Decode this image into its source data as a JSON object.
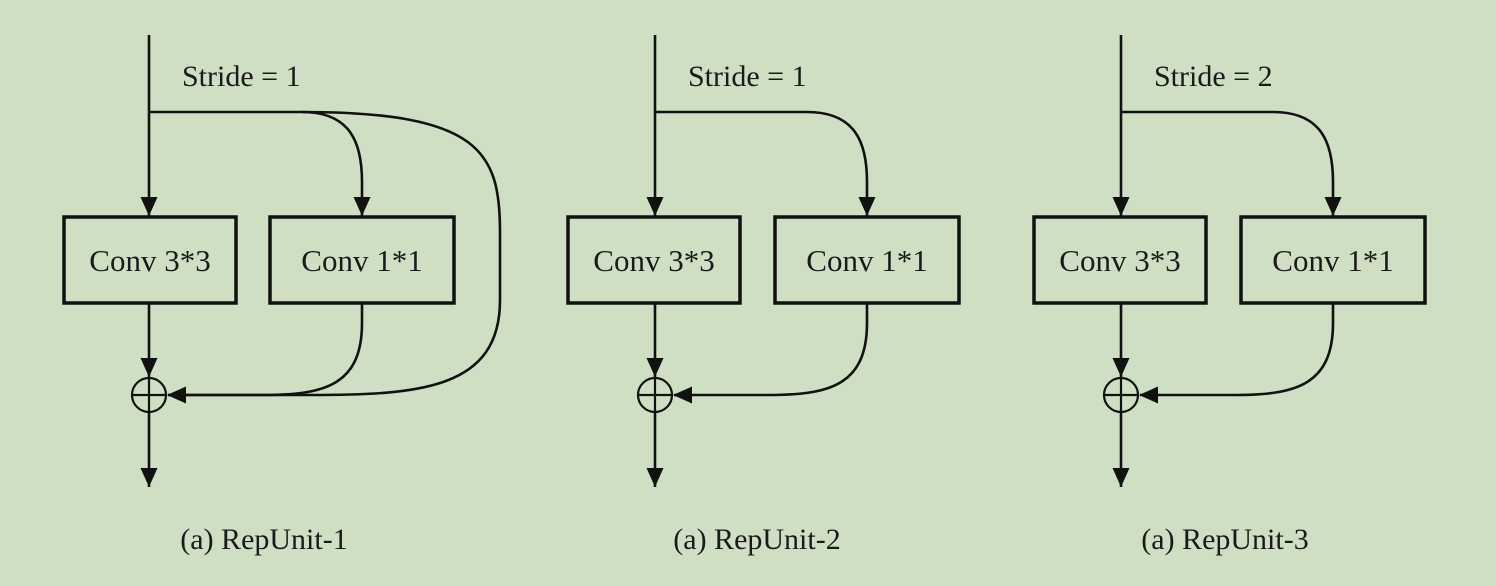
{
  "units": [
    {
      "stride_label": "Stride = 1",
      "conv_large_label": "Conv 3*3",
      "conv_small_label": "Conv 1*1",
      "identity_branch": true,
      "caption": "(a) RepUnit-1"
    },
    {
      "stride_label": "Stride = 1",
      "conv_large_label": "Conv 3*3",
      "conv_small_label": "Conv 1*1",
      "identity_branch": false,
      "caption": "(a) RepUnit-2"
    },
    {
      "stride_label": "Stride = 2",
      "conv_large_label": "Conv 3*3",
      "conv_small_label": "Conv 1*1",
      "identity_branch": false,
      "caption": "(a) RepUnit-3"
    }
  ],
  "colors": {
    "background": "#cfdfc3",
    "ink": "#111111"
  }
}
